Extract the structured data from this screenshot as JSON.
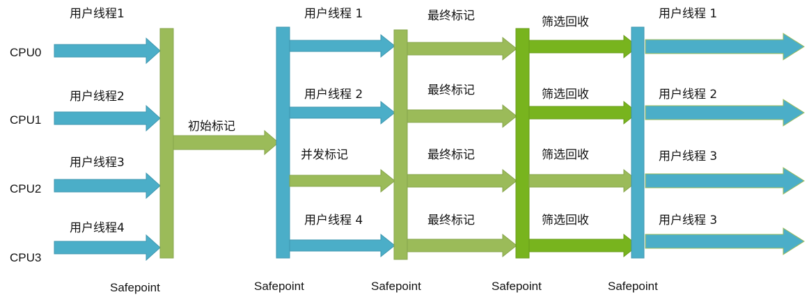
{
  "colors": {
    "blue": "#4BAEC8",
    "green_light": "#9BBB59",
    "green_bright": "#78B41E"
  },
  "cpus": [
    "CPU0",
    "CPU1",
    "CPU2",
    "CPU3"
  ],
  "safepoint_label": "Safepoint",
  "phase1": {
    "threads": [
      "用户线程1",
      "用户线程2",
      "用户线程3",
      "用户线程4"
    ],
    "initial_mark": "初始标记"
  },
  "phase2": {
    "labels": [
      "用户线程 1",
      "用户线程 2",
      "并发标记",
      "用户线程 4"
    ]
  },
  "phase3": {
    "labels": [
      "最终标记",
      "最终标记",
      "最终标记",
      "最终标记"
    ]
  },
  "phase4": {
    "labels": [
      "筛选回收",
      "筛选回收",
      "筛选回收",
      "筛选回收"
    ]
  },
  "phase5": {
    "labels": [
      "用户线程 1",
      "用户线程 2",
      "用户线程 3",
      "用户线程 3"
    ]
  }
}
